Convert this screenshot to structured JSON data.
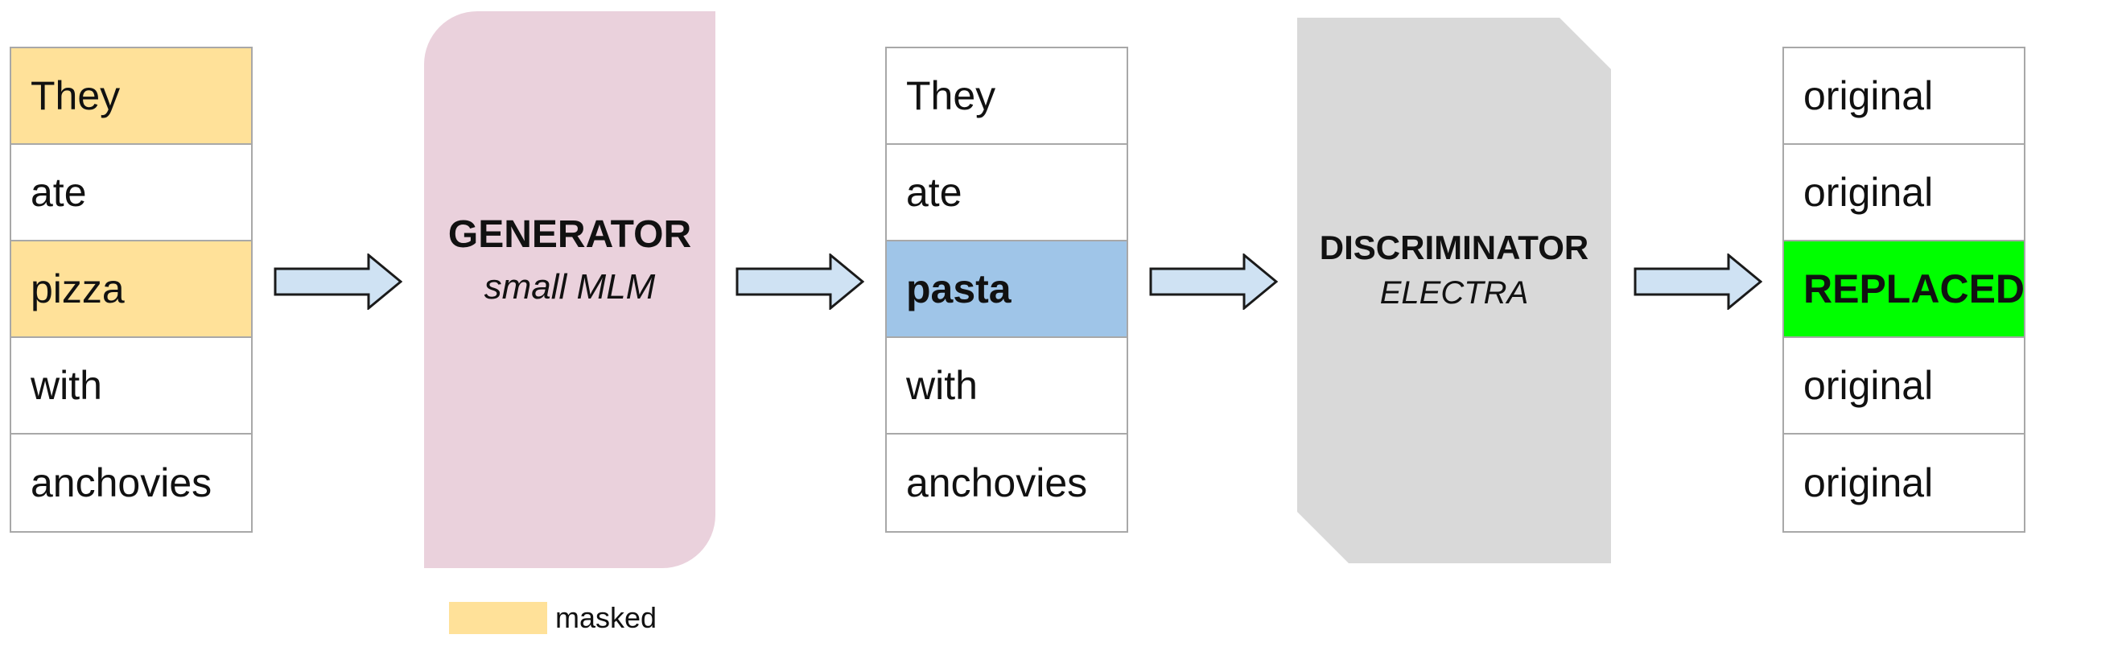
{
  "input_column": {
    "tokens": [
      "They",
      "ate",
      "pizza",
      "with",
      "anchovies"
    ]
  },
  "generator": {
    "title": "GENERATOR",
    "subtitle": "small MLM",
    "color": "#ead1dc"
  },
  "corrupted_column": {
    "tokens": [
      "They",
      "ate",
      "pasta",
      "with",
      "anchovies"
    ]
  },
  "discriminator": {
    "title": "DISCRIMINATOR",
    "subtitle": "ELECTRA",
    "color": "#d9d9d9"
  },
  "output_column": {
    "labels": [
      "original",
      "original",
      "REPLACED",
      "original",
      "original"
    ]
  },
  "legend": {
    "label": "masked",
    "color": "#ffe199"
  },
  "colors": {
    "masked": "#ffe199",
    "replaced_token": "#9fc5e8",
    "replaced_label": "#00ff00",
    "arrow_fill": "#cfe2f3"
  }
}
